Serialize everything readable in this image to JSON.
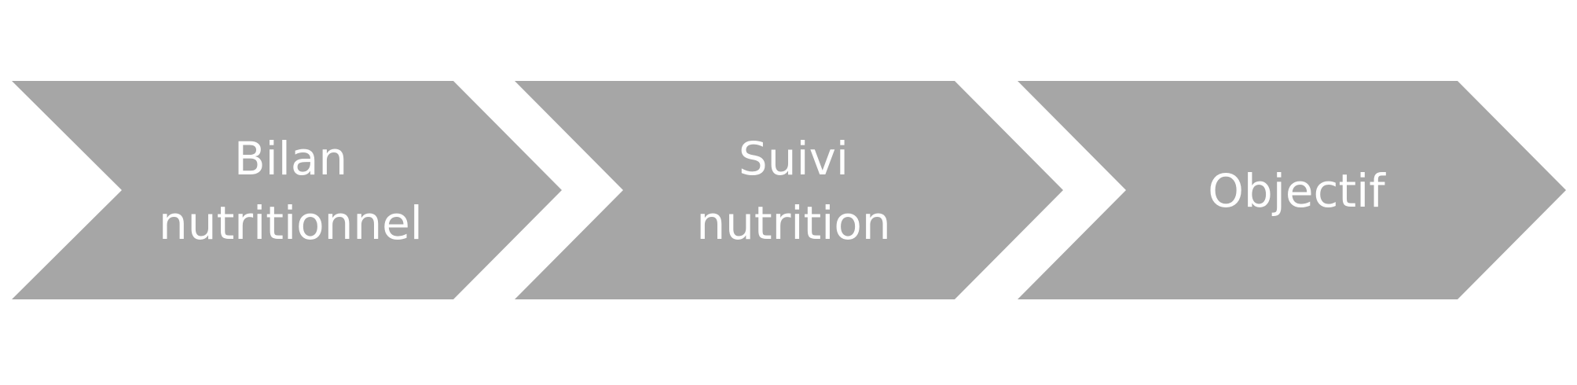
{
  "steps": [
    {
      "label": "Bilan\nnutritionnel"
    },
    {
      "label": "Suivi\nnutrition"
    },
    {
      "label": "Objectif"
    }
  ],
  "colors": {
    "chevron_fill": "#a6a6a6",
    "text": "#ffffff",
    "background": "#ffffff"
  }
}
